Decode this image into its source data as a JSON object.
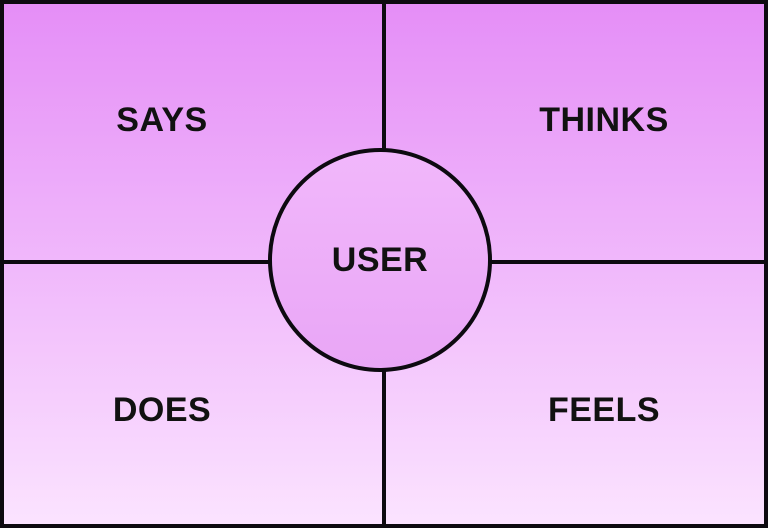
{
  "quadrants": {
    "top_left": "SAYS",
    "top_right": "THINKS",
    "bottom_left": "DOES",
    "bottom_right": "FEELS"
  },
  "center": {
    "label": "USER"
  },
  "colors": {
    "gradient_top": "#e58ef7",
    "gradient_middle": "#f0b8fb",
    "gradient_bottom": "#fbe3ff",
    "line": "#0d0a10",
    "text": "#111111"
  }
}
